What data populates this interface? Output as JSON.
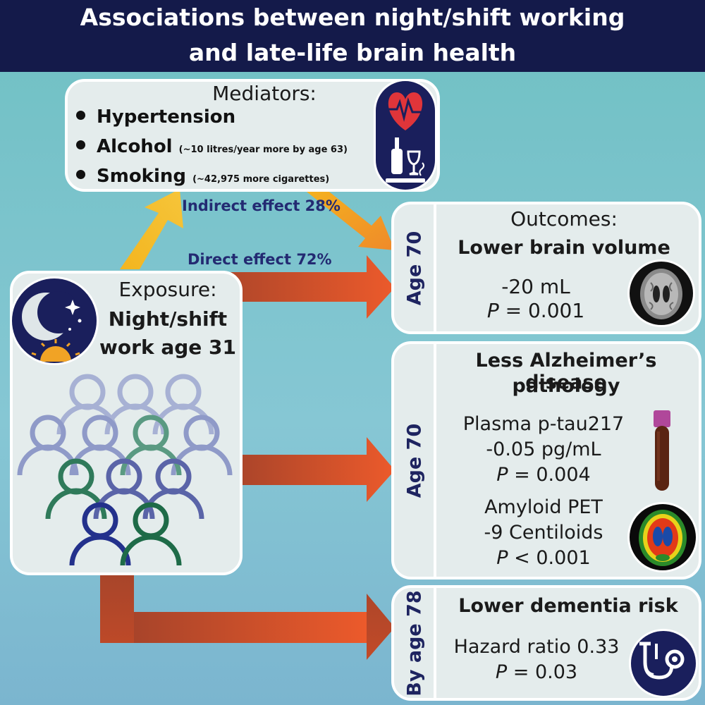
{
  "header": {
    "line1": "Associations between night/shift working",
    "line2": "and late-life brain health"
  },
  "mediators": {
    "title": "Mediators:",
    "items": [
      {
        "name": "Hypertension",
        "note": ""
      },
      {
        "name": "Alcohol",
        "note": "(~10 litres/year more by age 63)"
      },
      {
        "name": "Smoking",
        "note": "(~42,975 more cigarettes)"
      }
    ],
    "icons": [
      "heart-rate-icon",
      "wine-bottle-icon",
      "wine-glass-icon",
      "cigarette-icon"
    ]
  },
  "effects": {
    "indirect": "Indirect effect 28%",
    "direct": "Direct effect 72%"
  },
  "exposure": {
    "title": "Exposure:",
    "line1": "Night/shift",
    "line2": "work age 31",
    "icons": [
      "moon-icon",
      "stars-icon",
      "sun-icon",
      "people-icon"
    ]
  },
  "outcome_brain": {
    "age": "Age 70",
    "title": "Outcomes:",
    "heading": "Lower brain volume",
    "value": "-20 mL",
    "p_prefix": "P",
    "p_value": " = 0.001",
    "icon": "mri-brain-icon"
  },
  "outcome_ad": {
    "age": "Age 70",
    "heading1": "Less Alzheimer’s disease",
    "heading2": "pathology",
    "tau_label": "Plasma p-tau217",
    "tau_value": "-0.05 pg/mL",
    "tau_p_prefix": "P",
    "tau_p_value": " = 0.004",
    "amyloid_label": "Amyloid PET",
    "amyloid_value": "-9 Centiloids",
    "amyloid_p_prefix": "P",
    "amyloid_p_value": " < 0.001",
    "icons": [
      "blood-tube-icon",
      "pet-scan-icon"
    ]
  },
  "outcome_dementia": {
    "age": "By age 78",
    "heading": "Lower dementia risk",
    "hr": "Hazard ratio 0.33",
    "p_prefix": "P",
    "p_value": " = 0.03",
    "icon": "stethoscope-icon"
  },
  "colors": {
    "header_bg": "#141a4a",
    "card_bg": "#e4ecec",
    "icon_bg": "#1a1f5c",
    "arrow_orange": "#e8542a",
    "arrow_yellow": "#f3b51f",
    "effect_text": "#232a72"
  }
}
